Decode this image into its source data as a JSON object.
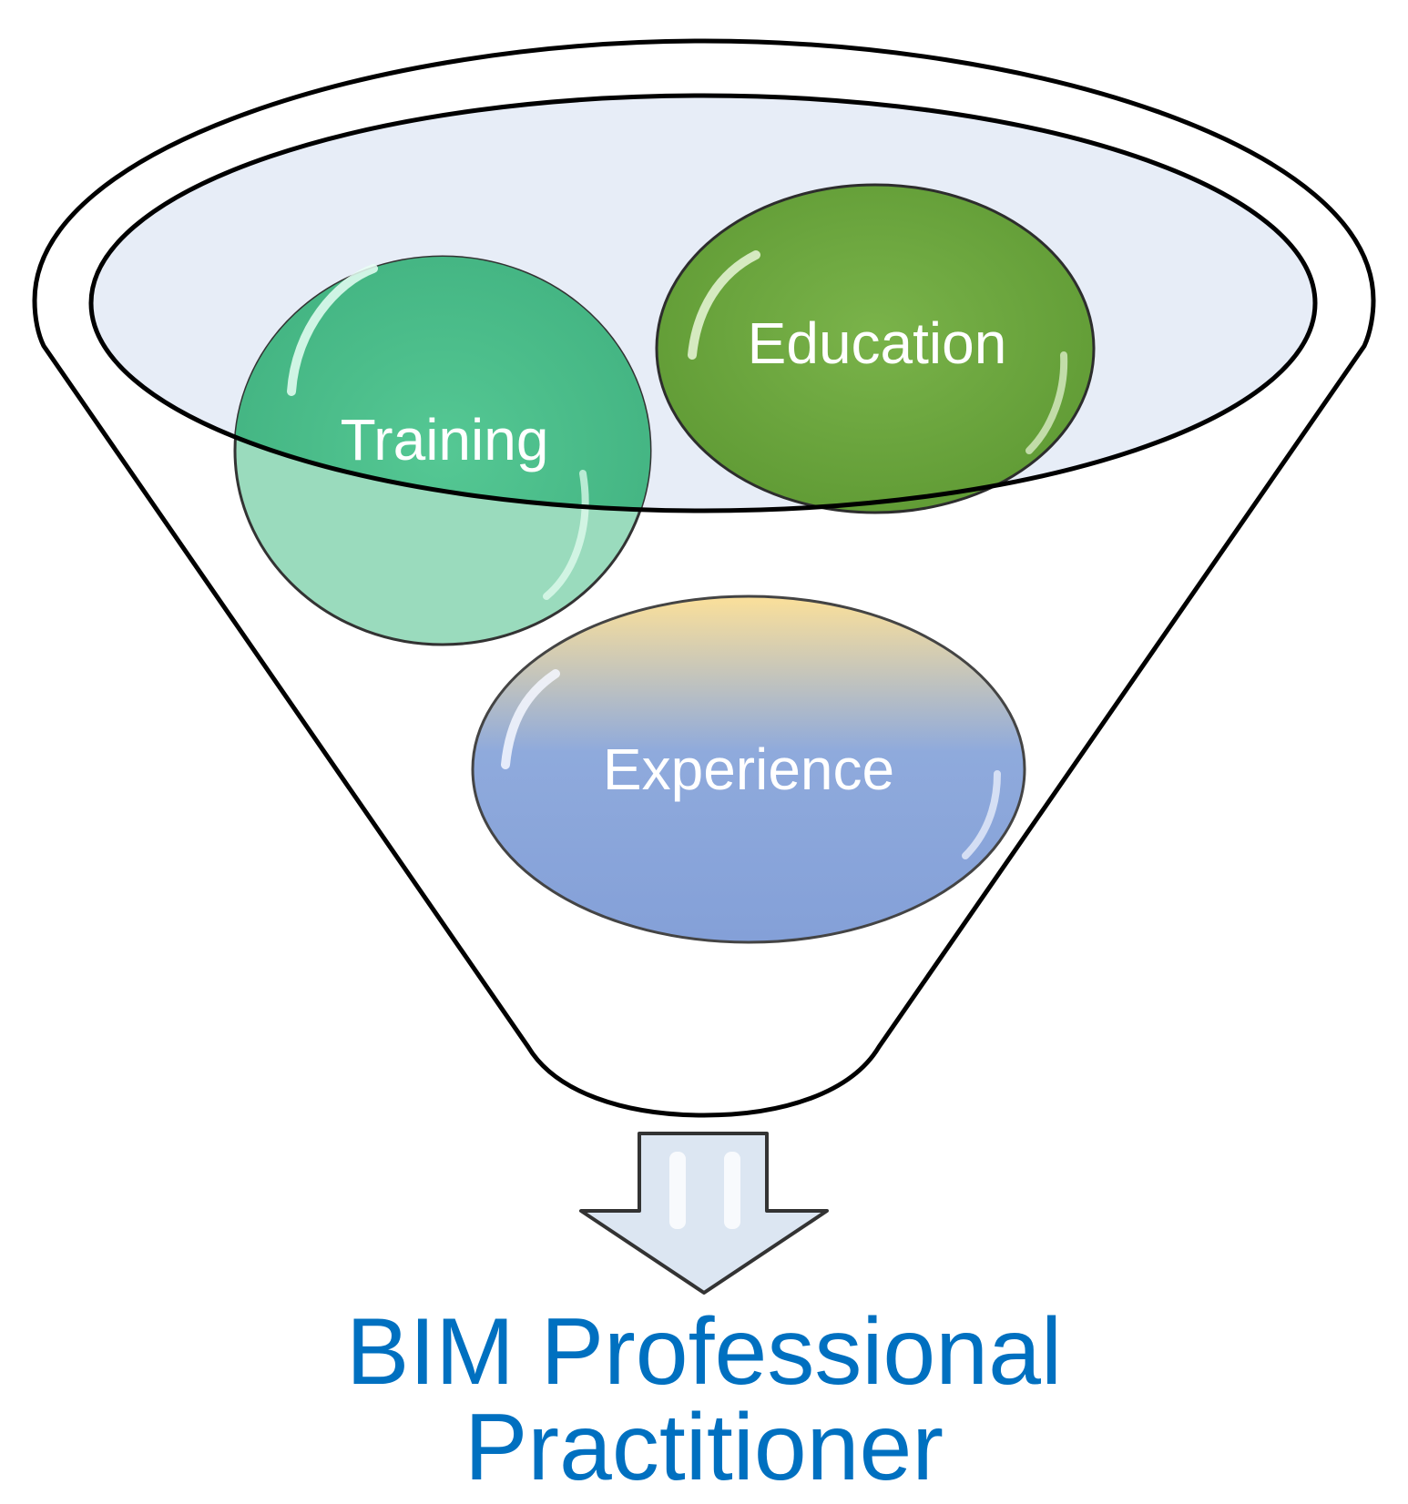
{
  "diagram": {
    "inputs": [
      {
        "id": "training",
        "label": "Training",
        "color": "#4fc08d"
      },
      {
        "id": "education",
        "label": "Education",
        "color": "#70ad47"
      },
      {
        "id": "experience",
        "label": "Experience",
        "colors": [
          "#ffd98a",
          "#8faadc"
        ]
      }
    ],
    "funnel": {
      "rim_fill": "#e7edf7",
      "stroke": "#000000"
    },
    "arrow": {
      "direction": "down",
      "fill": "#dce6f2",
      "stroke": "#333333"
    },
    "result": {
      "line1": "BIM Professional",
      "line2": "Practitioner",
      "color": "#0070c0"
    }
  }
}
